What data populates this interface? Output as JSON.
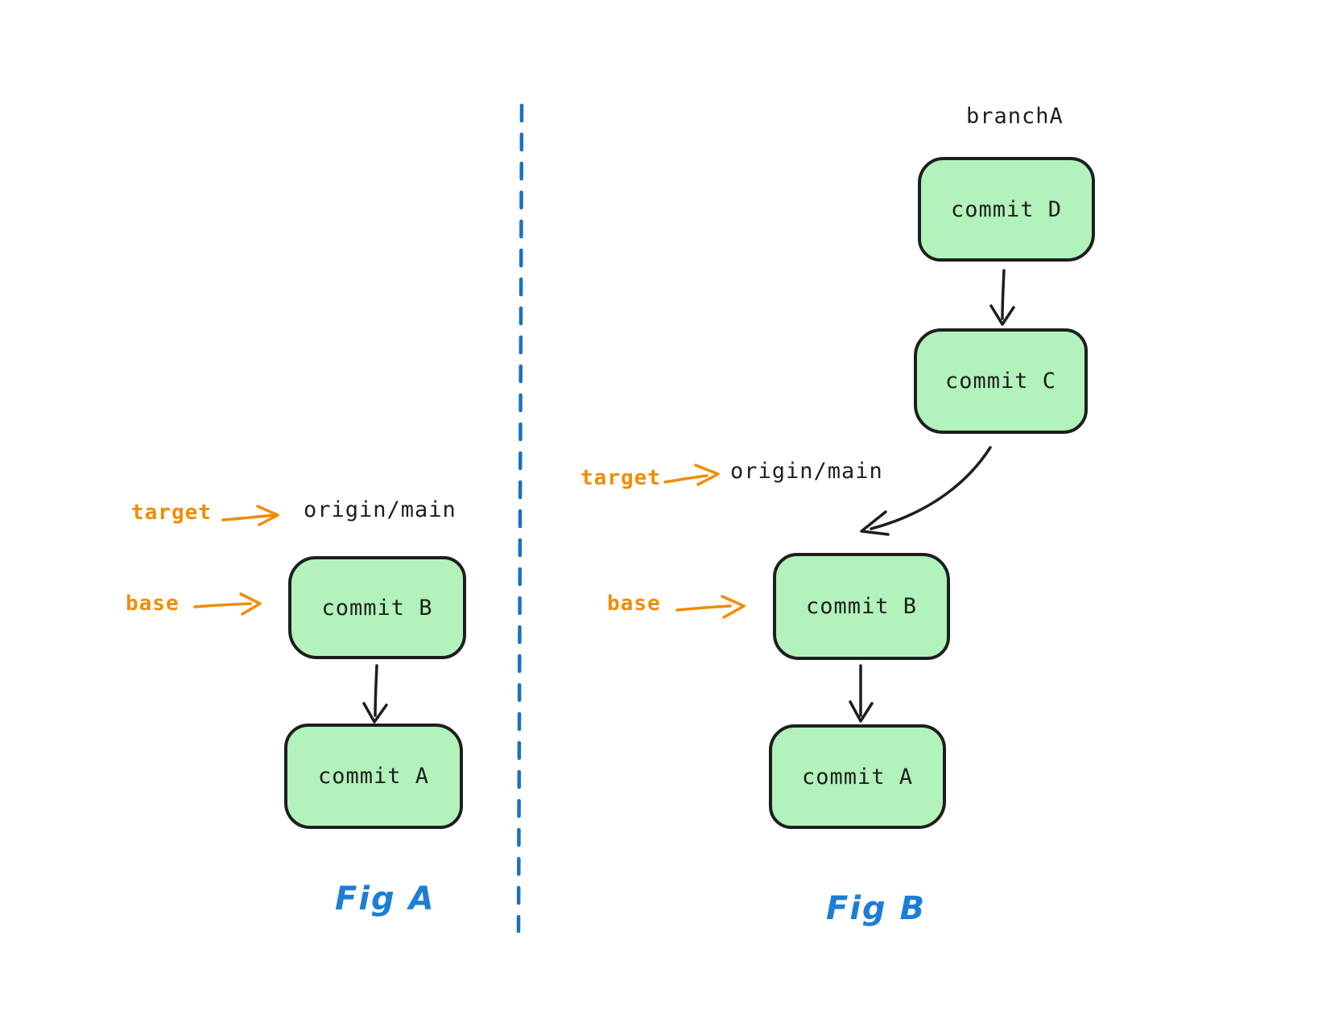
{
  "fig_a": {
    "caption": "Fig A",
    "target_label": "target",
    "base_label": "base",
    "ref_label": "origin/main",
    "commits": [
      "commit B",
      "commit A"
    ]
  },
  "fig_b": {
    "caption": "Fig B",
    "branch_label": "branchA",
    "target_label": "target",
    "base_label": "base",
    "ref_label": "origin/main",
    "commits": [
      "commit D",
      "commit C",
      "commit B",
      "commit A"
    ]
  },
  "colors": {
    "box_fill": "#b2f2bb",
    "box_stroke": "#1e1e1e",
    "text_dark": "#1e1e1e",
    "annotation_orange": "#f08c00",
    "caption_blue": "#1c7ed6",
    "divider_blue": "#1971c2",
    "canvas_background": "#ffffff"
  }
}
